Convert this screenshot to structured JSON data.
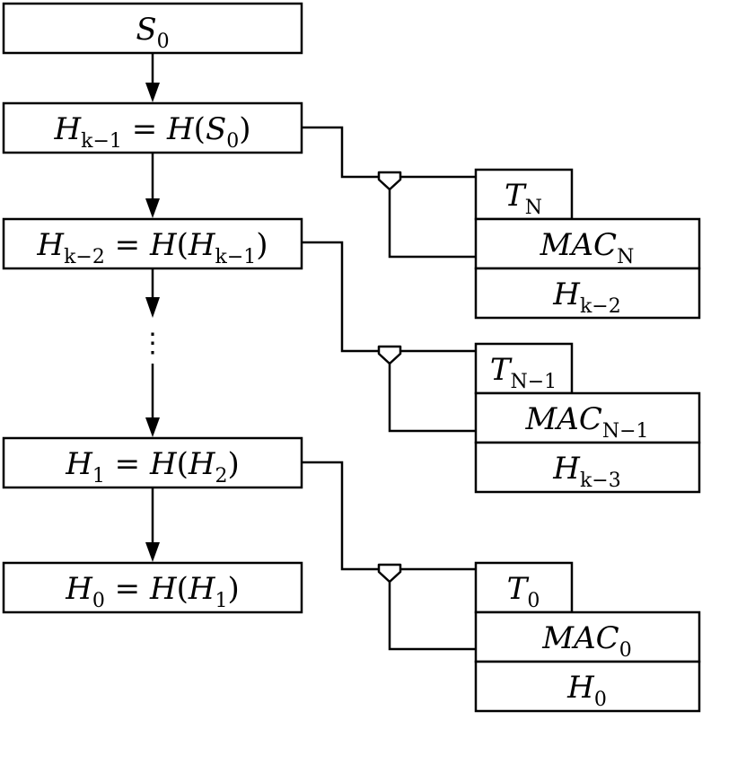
{
  "chain": [
    {
      "id": "s0",
      "parts": [
        {
          "t": "S"
        },
        {
          "t": "0",
          "sub": true
        }
      ]
    },
    {
      "id": "hk1",
      "parts": [
        {
          "t": "H"
        },
        {
          "t": "k−1",
          "sub": true
        },
        {
          "t": " = ",
          "up": true
        },
        {
          "t": "H"
        },
        {
          "t": "(",
          "up": true
        },
        {
          "t": "S"
        },
        {
          "t": "0",
          "sub": true
        },
        {
          "t": ")",
          "up": true
        }
      ]
    },
    {
      "id": "hk2",
      "parts": [
        {
          "t": "H"
        },
        {
          "t": "k−2",
          "sub": true
        },
        {
          "t": " = ",
          "up": true
        },
        {
          "t": "H"
        },
        {
          "t": "(",
          "up": true
        },
        {
          "t": "H"
        },
        {
          "t": "k−1",
          "sub": true
        },
        {
          "t": ")",
          "up": true
        }
      ]
    },
    {
      "id": "h1",
      "parts": [
        {
          "t": "H"
        },
        {
          "t": "1",
          "sub": true
        },
        {
          "t": " = ",
          "up": true
        },
        {
          "t": "H"
        },
        {
          "t": "(",
          "up": true
        },
        {
          "t": "H"
        },
        {
          "t": "2",
          "sub": true
        },
        {
          "t": ")",
          "up": true
        }
      ]
    },
    {
      "id": "h0",
      "parts": [
        {
          "t": "H"
        },
        {
          "t": "0",
          "sub": true
        },
        {
          "t": " = ",
          "up": true
        },
        {
          "t": "H"
        },
        {
          "t": "(",
          "up": true
        },
        {
          "t": "H"
        },
        {
          "t": "1",
          "sub": true
        },
        {
          "t": ")",
          "up": true
        }
      ]
    }
  ],
  "ellipsis": "⋮",
  "packets": [
    {
      "id": "n",
      "t": [
        {
          "t": "T"
        },
        {
          "t": "N",
          "sub": true
        }
      ],
      "mac": [
        {
          "t": "MAC"
        },
        {
          "t": "N",
          "sub": true
        }
      ],
      "h": [
        {
          "t": "H"
        },
        {
          "t": "k−2",
          "sub": true
        }
      ]
    },
    {
      "id": "n1",
      "t": [
        {
          "t": "T"
        },
        {
          "t": "N−1",
          "sub": true
        }
      ],
      "mac": [
        {
          "t": "MAC"
        },
        {
          "t": "N−1",
          "sub": true
        }
      ],
      "h": [
        {
          "t": "H"
        },
        {
          "t": "k−3",
          "sub": true
        }
      ]
    },
    {
      "id": "p0",
      "t": [
        {
          "t": "T"
        },
        {
          "t": "0",
          "sub": true
        }
      ],
      "mac": [
        {
          "t": "MAC"
        },
        {
          "t": "0",
          "sub": true
        }
      ],
      "h": [
        {
          "t": "H"
        },
        {
          "t": "0",
          "sub": true
        }
      ]
    }
  ]
}
